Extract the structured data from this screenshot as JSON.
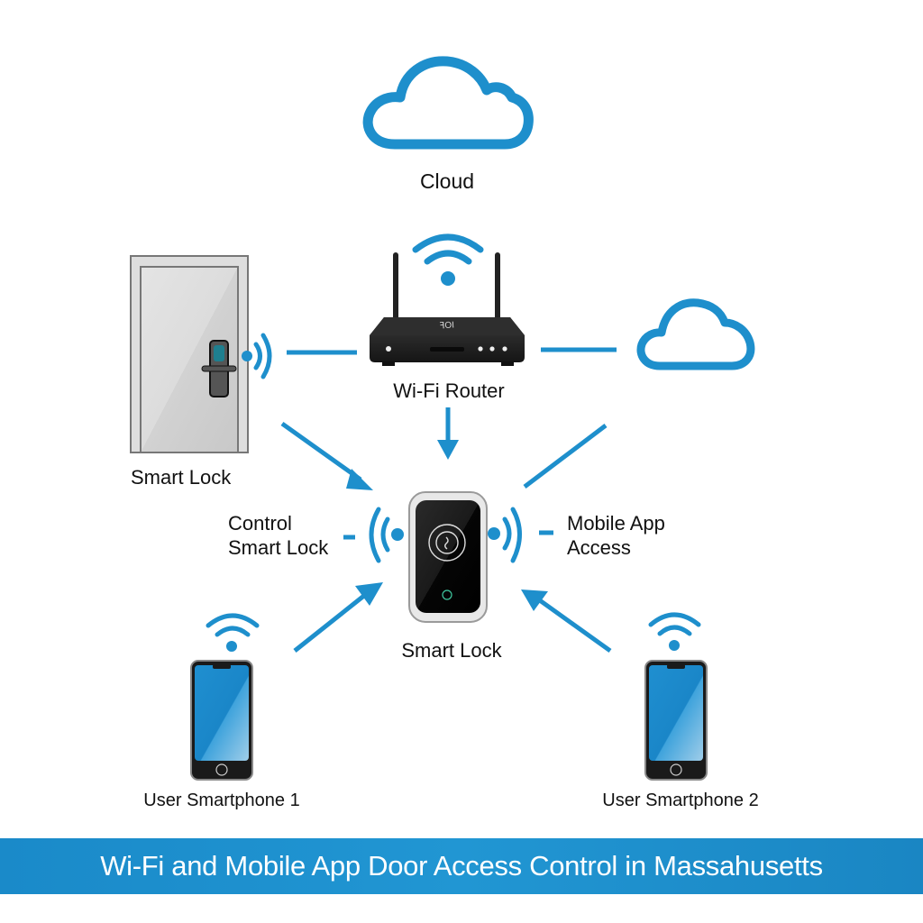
{
  "diagram": {
    "title": "Wi-Fi and Mobile App Door Access Control in Massahusetts",
    "accent_color": "#1e8fcc",
    "nodes": {
      "cloud_top": {
        "label": "Cloud",
        "icon": "cloud-icon"
      },
      "cloud_right": {
        "label": "",
        "icon": "cloud-icon"
      },
      "router": {
        "label": "Wi-Fi Router",
        "icon": "router-icon",
        "brand_mark": "ꟻOI"
      },
      "door_lock": {
        "label": "Smart Lock",
        "icon": "door-icon"
      },
      "hub_lock": {
        "label": "Smart Lock",
        "icon": "smart-lock-icon"
      },
      "phone_1": {
        "label": "User Smartphone 1",
        "icon": "smartphone-icon"
      },
      "phone_2": {
        "label": "User Smartphone 2",
        "icon": "smartphone-icon"
      }
    },
    "annotations": {
      "left": "Control\nSmart Lock",
      "right": "Mobile App\nAccess"
    },
    "connections": [
      {
        "from": "door_lock",
        "to": "router",
        "type": "line"
      },
      {
        "from": "router",
        "to": "cloud_right",
        "type": "line"
      },
      {
        "from": "router",
        "to": "hub_lock",
        "type": "arrow"
      },
      {
        "from": "door_lock",
        "to": "hub_lock",
        "type": "arrow"
      },
      {
        "from": "phone_1",
        "to": "hub_lock",
        "type": "arrow"
      },
      {
        "from": "phone_2",
        "to": "hub_lock",
        "type": "arrow"
      },
      {
        "from": "hub_lock",
        "to": "cloud_right",
        "type": "line"
      }
    ]
  }
}
